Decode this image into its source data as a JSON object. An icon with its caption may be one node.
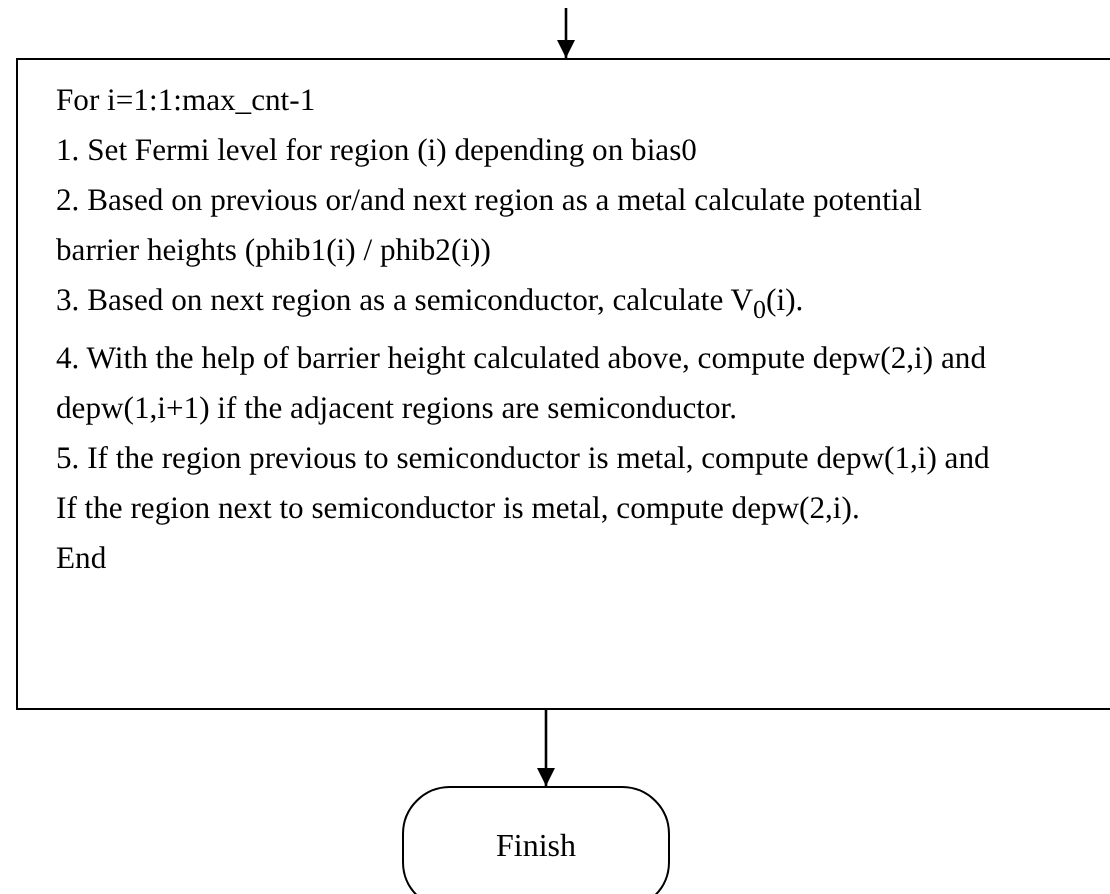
{
  "diagram": {
    "nodes": [
      {
        "text": [
          "For i=1:1:max_cnt-1",
          "1. Set Fermi level for region (i) depending on bias0",
          "2. Based on previous or/and next region as a metal calculate potential barrier heights (phib1(i) / phib2(i))",
          "3. Based on next region as a semiconductor, calculate V$_{0}$(i).",
          "4. With the help of barrier height calculated above, compute depw(2,i) and depw(1,i+1) if the adjacent regions are semiconductor.",
          "5. If the region previous to semiconductor is metal, compute depw(1,i) and  If the region next to semiconductor is metal, compute depw(2,i).",
          "End"
        ]
      },
      {
        "text": [
          "Finish"
        ]
      }
    ],
    "edges": [
      {
        "from": null,
        "to": 0,
        "arrow": "to"
      },
      {
        "from": 0,
        "to": 1,
        "arrow": "to"
      }
    ]
  }
}
